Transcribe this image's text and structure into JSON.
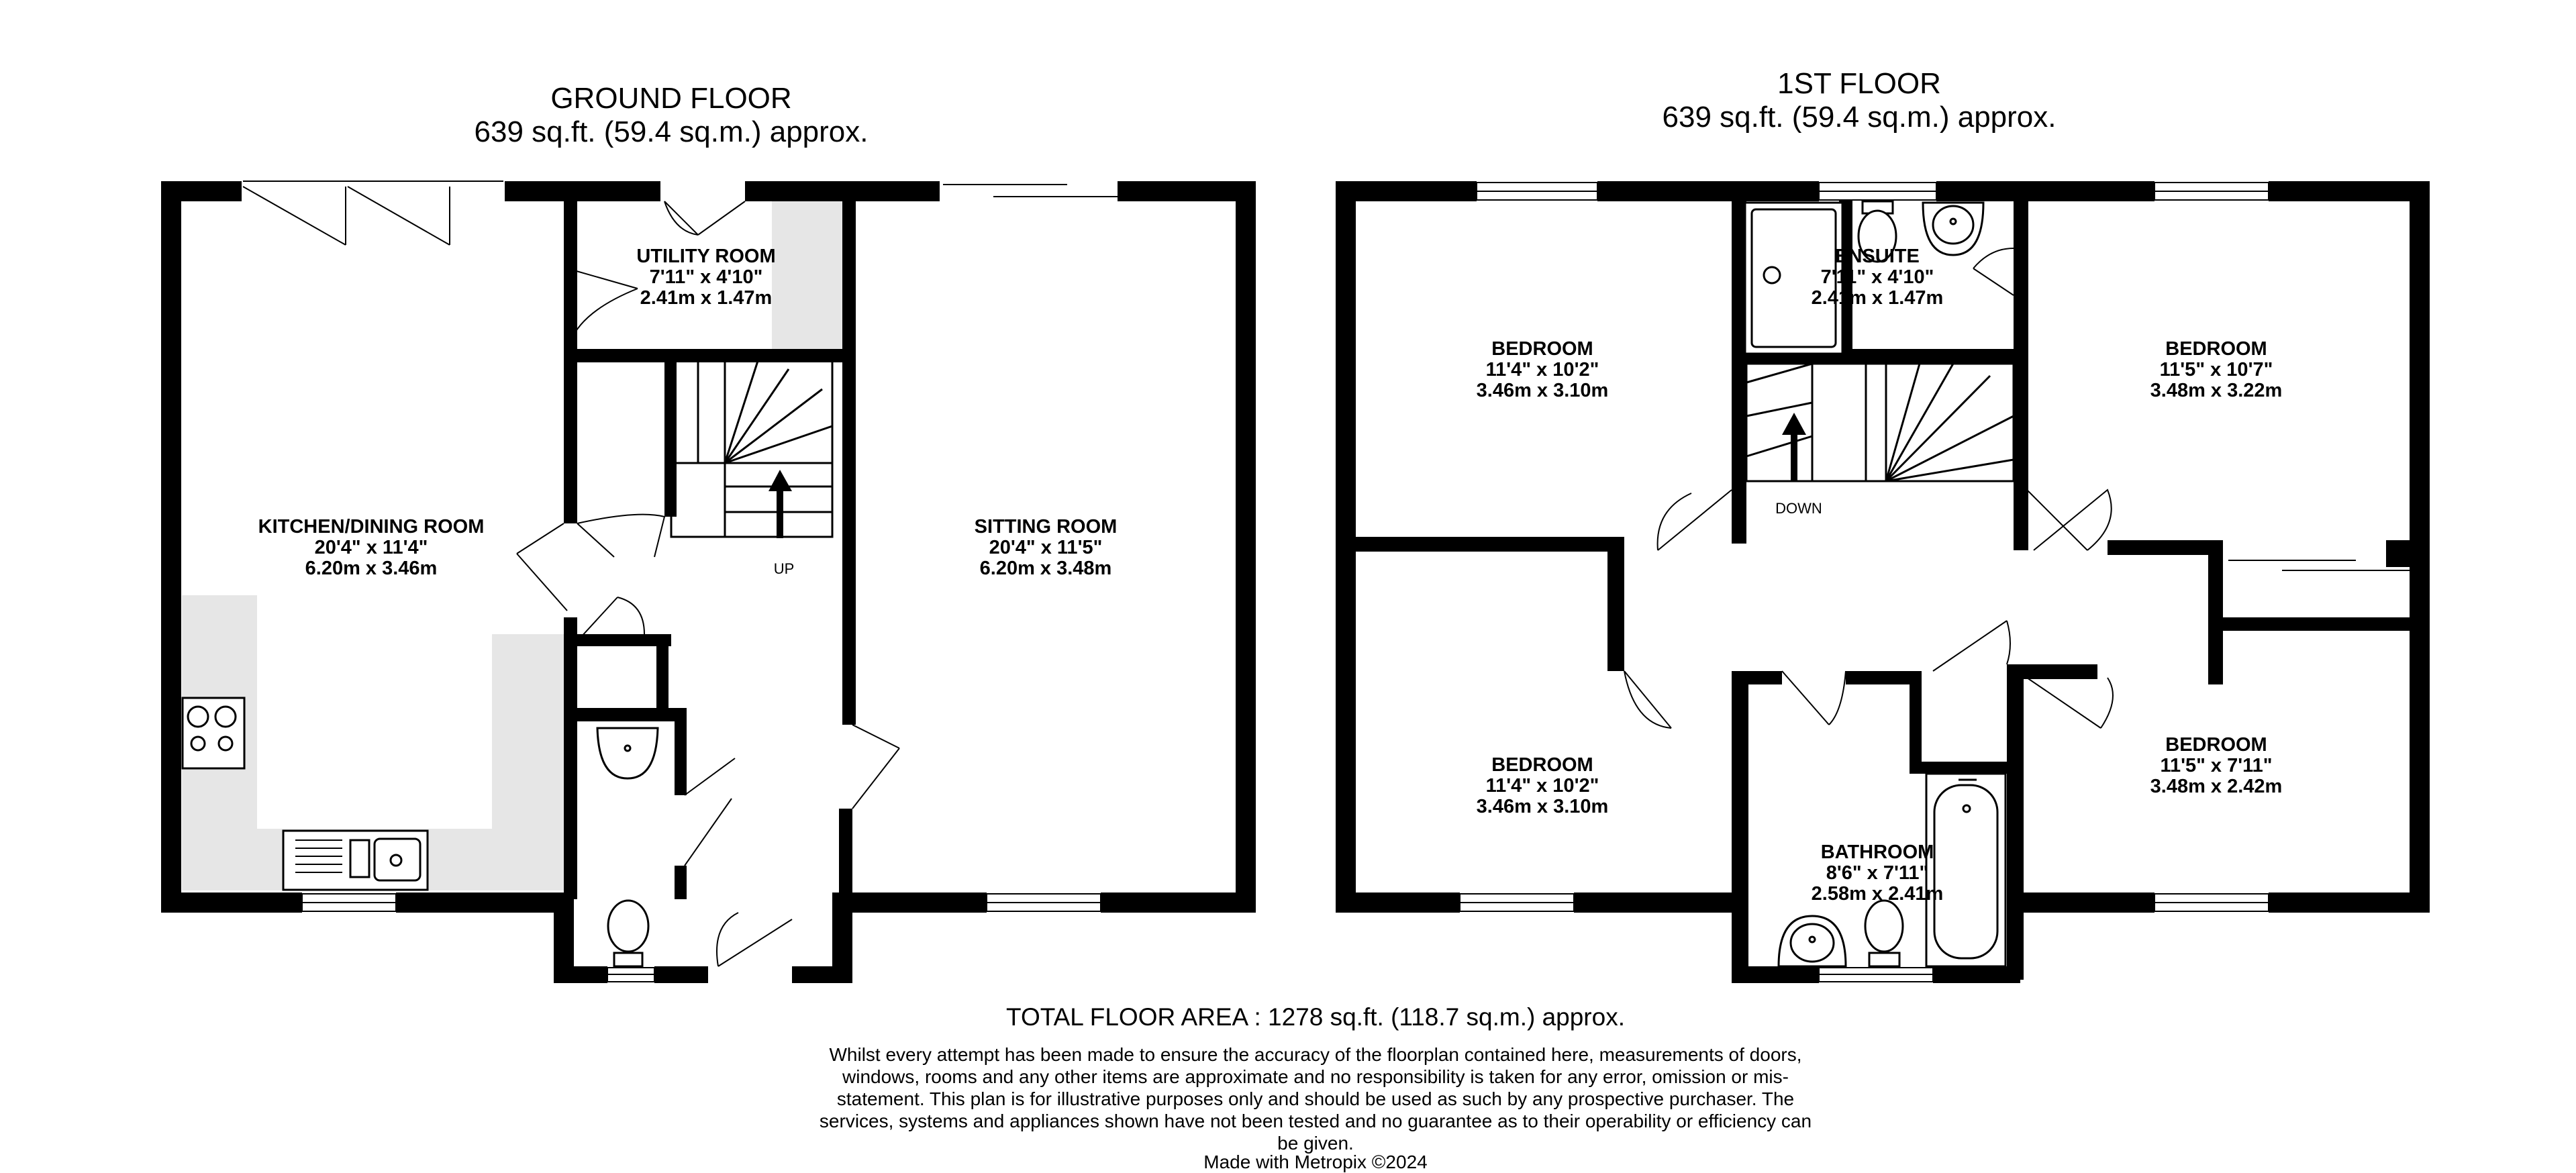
{
  "ground_floor": {
    "title": "GROUND FLOOR",
    "area": "639 sq.ft. (59.4 sq.m.) approx.",
    "rooms": {
      "kitchen": {
        "name": "KITCHEN/DINING ROOM",
        "imperial": "20'4\" x 11'4\"",
        "metric": "6.20m x 3.46m"
      },
      "utility": {
        "name": "UTILITY ROOM",
        "imperial": "7'11\" x 4'10\"",
        "metric": "2.41m x 1.47m"
      },
      "sitting": {
        "name": "SITTING ROOM",
        "imperial": "20'4\" x 11'5\"",
        "metric": "6.20m x 3.48m"
      }
    },
    "stairs_label": "UP"
  },
  "first_floor": {
    "title": "1ST FLOOR",
    "area": "639 sq.ft. (59.4 sq.m.) approx.",
    "rooms": {
      "bedroom1": {
        "name": "BEDROOM",
        "imperial": "11'4\" x 10'2\"",
        "metric": "3.46m x 3.10m"
      },
      "ensuite": {
        "name": "ENSUITE",
        "imperial": "7'11\" x 4'10\"",
        "metric": "2.41m x 1.47m"
      },
      "bedroom2": {
        "name": "BEDROOM",
        "imperial": "11'5\" x 10'7\"",
        "metric": "3.48m x 3.22m"
      },
      "bedroom3": {
        "name": "BEDROOM",
        "imperial": "11'4\" x 10'2\"",
        "metric": "3.46m x 3.10m"
      },
      "bathroom": {
        "name": "BATHROOM",
        "imperial": "8'6\" x 7'11\"",
        "metric": "2.58m x 2.41m"
      },
      "bedroom4": {
        "name": "BEDROOM",
        "imperial": "11'5\" x 7'11\"",
        "metric": "3.48m x 2.42m"
      }
    },
    "stairs_label": "DOWN"
  },
  "footer": {
    "total": "TOTAL FLOOR AREA : 1278 sq.ft. (118.7 sq.m.) approx.",
    "disclaimer": "Whilst every attempt has been made to ensure the accuracy of the floorplan contained here, measurements of doors, windows, rooms and any other items are approximate and no responsibility is taken for any error, omission or mis-statement. This plan is for illustrative purposes only and should be used as such by any prospective purchaser. The services, systems and appliances shown have not been tested and no guarantee as to their operability or efficiency can be given.",
    "credit": "Made with Metropix ©2024"
  },
  "colors": {
    "wall": "#000000",
    "fixture_fill": "#e6e6e6",
    "background": "#ffffff"
  }
}
